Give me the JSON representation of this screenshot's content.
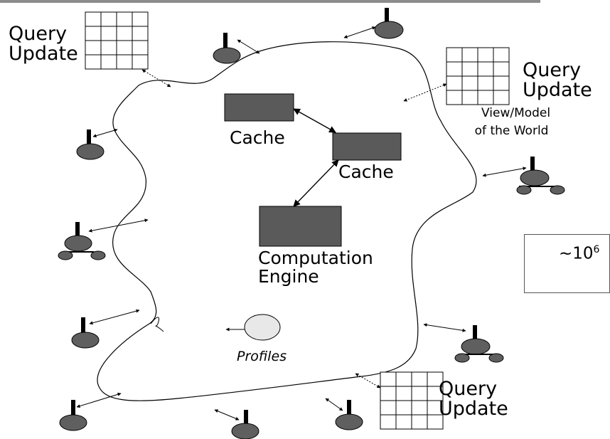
{
  "labels": {
    "query_update_tl": [
      "Query",
      "Update"
    ],
    "query_update_tr": [
      "Query",
      "Update"
    ],
    "query_update_br": [
      "Query",
      "Update"
    ],
    "view_model": [
      "View/Model",
      "of the World"
    ],
    "cache_1": "Cache",
    "cache_2": "Cache",
    "computation_engine": [
      "Computation",
      "Engine"
    ],
    "profiles": "Profiles",
    "legend_count_base": "~10",
    "legend_count_exp": "6"
  },
  "colors": {
    "node_fill": "#5f5f5f",
    "box_fill": "#5a5a5a",
    "profile_fill": "#e8e8e8",
    "line": "#000000"
  }
}
